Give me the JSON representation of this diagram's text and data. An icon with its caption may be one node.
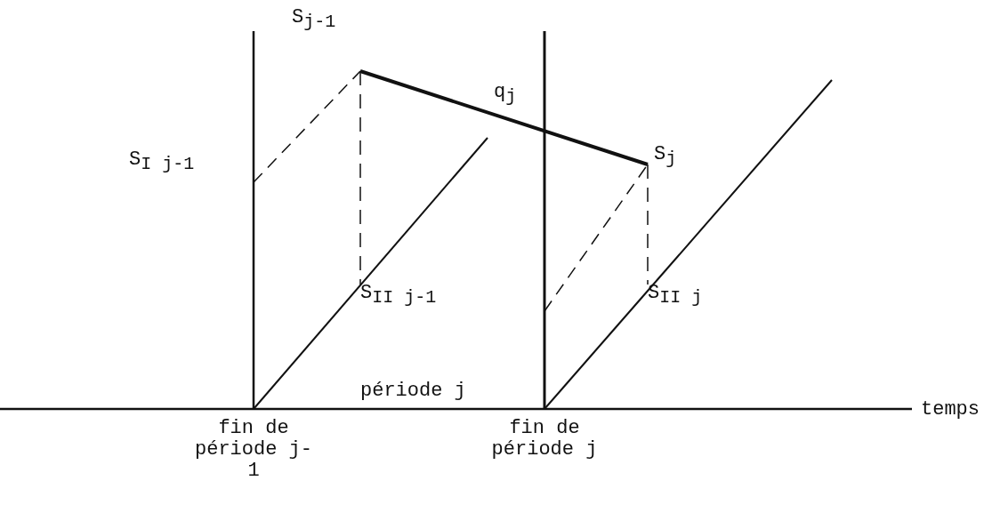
{
  "diagram": {
    "labels": [
      "S$_{j-1}$",
      "q$_{j}$",
      "S$_{I j-1}$",
      "S$_{j}$",
      "S$_{II j-1}$",
      "S$_{II j}$",
      "période j",
      "temps",
      "fin de période j-1",
      "fin de période j"
    ]
  }
}
